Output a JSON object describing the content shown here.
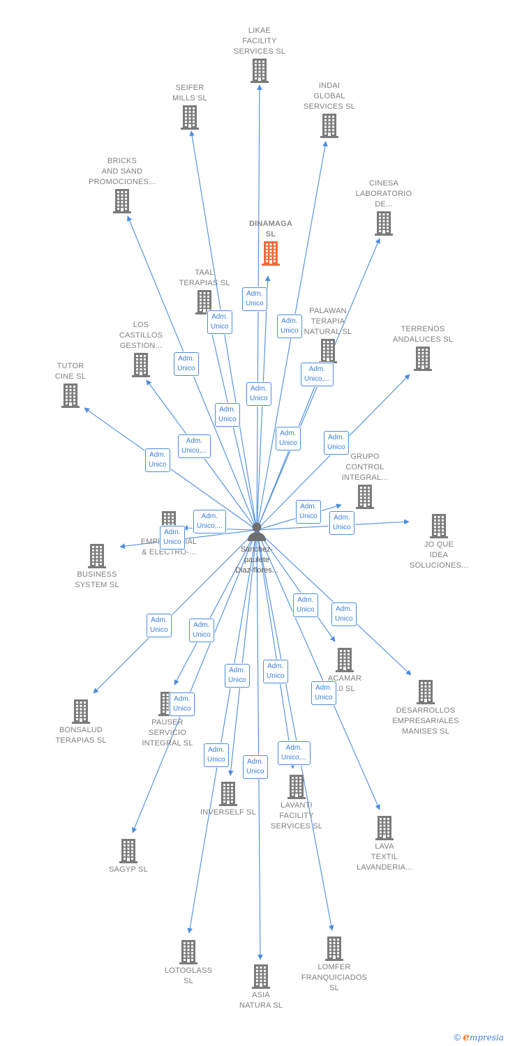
{
  "diagram": {
    "center": {
      "label": "Sanchez-\npaulete\nDiaz-flores...",
      "icon": "person-icon"
    },
    "accent_color": "#4a8de0",
    "building_color": "#7b7b7b",
    "highlight_color": "#f26b3a",
    "companies": [
      {
        "id": "likae",
        "label": "LIKAE\nFACILITY\nSERVICES  SL"
      },
      {
        "id": "seifer",
        "label": "SEIFER\nMILLS SL"
      },
      {
        "id": "indai",
        "label": "INDAI\nGLOBAL\nSERVICES  SL"
      },
      {
        "id": "bricks",
        "label": "BRICKS\nAND SAND\nPROMOCIONES..."
      },
      {
        "id": "cinesa",
        "label": "CINESA\nLABORATORIO\nDE..."
      },
      {
        "id": "dinamaga",
        "label": "DINAMAGA\nSL",
        "highlight": true
      },
      {
        "id": "taal",
        "label": "TAAL\nTERAPIAS  SL"
      },
      {
        "id": "palawan",
        "label": "PALAWAN\nTERAPIA\nNATURAL SL"
      },
      {
        "id": "castillos",
        "label": "LOS\nCASTILLOS\nGESTION..."
      },
      {
        "id": "terrenos",
        "label": "TERRENOS\nANDALUCES SL"
      },
      {
        "id": "tutor",
        "label": "TUTOR\nCINE SL"
      },
      {
        "id": "grupo",
        "label": "GRUPO\nCONTROL\nINTEGRAL..."
      },
      {
        "id": "empresarial",
        "label": "EMPRESARIAL\n& ELECTRO-..."
      },
      {
        "id": "business",
        "label": "BUSINESS\nSYSTEM  SL"
      },
      {
        "id": "joque",
        "label": "JO QUE\nIDEA\nSOLUCIONES..."
      },
      {
        "id": "acamar",
        "label": "ACAMAR\n10 SL"
      },
      {
        "id": "desarrollos",
        "label": "DESARROLLOS\nEMPRESARIALES\nMANISES SL"
      },
      {
        "id": "bonsalud",
        "label": "BONSALUD\nTERAPIAS  SL"
      },
      {
        "id": "pauser",
        "label": "PAUSER\nSERVICIO\nINTEGRAL  SL"
      },
      {
        "id": "inverself",
        "label": "INVERSELF  SL"
      },
      {
        "id": "lavanti",
        "label": "LAVANTI\nFACILITY\nSERVICES  SL"
      },
      {
        "id": "lava",
        "label": "LAVA\nTEXTIL\nLAVANDERIA..."
      },
      {
        "id": "sagyp",
        "label": "SAGYP  SL"
      },
      {
        "id": "lotoglass",
        "label": "LOTOGLASS\nSL"
      },
      {
        "id": "asia",
        "label": "ASIA\nNATURA  SL"
      },
      {
        "id": "lomfer",
        "label": "LOMFER\nFRANQUICIADOS\nSL"
      }
    ],
    "roles": [
      {
        "target": "dinamaga",
        "label": "Adm.\nUnico"
      },
      {
        "target": "taal",
        "label": "Adm.\nUnico"
      },
      {
        "target": "palawan",
        "label": "Adm.\nUnico"
      },
      {
        "target": "castillos",
        "label": "Adm.\nUnico"
      },
      {
        "target": "palawan",
        "label": "Adm.\nUnico,..."
      },
      {
        "target": "likae",
        "label": "Adm.\nUnico"
      },
      {
        "target": "seifer",
        "label": "Adm.\nUnico"
      },
      {
        "target": "indai",
        "label": "Adm.\nUnico"
      },
      {
        "target": "terrenos",
        "label": "Adm.\nUnico"
      },
      {
        "target": "bricks",
        "label": "Adm.\nUnico,..."
      },
      {
        "target": "tutor",
        "label": "Adm.\nUnico"
      },
      {
        "target": "empresarial",
        "label": "Adm.\nUnico,..."
      },
      {
        "target": "business",
        "label": "Adm.\nUnico"
      },
      {
        "target": "grupo",
        "label": "Adm.\nUnico"
      },
      {
        "target": "joque",
        "label": "Adm.\nUnico"
      },
      {
        "target": "acamar",
        "label": "Adm.\nUnico"
      },
      {
        "target": "desarrollos",
        "label": "Adm.\nUnico"
      },
      {
        "target": "bonsalud",
        "label": "Adm.\nUnico"
      },
      {
        "target": "pauser",
        "label": "Adm.\nUnico"
      },
      {
        "target": "sagyp",
        "label": "Adm.\nUnico"
      },
      {
        "target": "lotoglass",
        "label": "Adm.\nUnico"
      },
      {
        "target": "inverself",
        "label": "Adm.\nUnico"
      },
      {
        "target": "asia",
        "label": "Adm.\nUnico"
      },
      {
        "target": "lavanti",
        "label": "Adm.\nUnico"
      },
      {
        "target": "lomfer",
        "label": "Adm.\nUnico,..."
      },
      {
        "target": "lava",
        "label": "Adm.\nUnico"
      }
    ]
  },
  "footer": {
    "copyright": "©",
    "brand_initial": "e",
    "brand_rest": "mpresia"
  }
}
